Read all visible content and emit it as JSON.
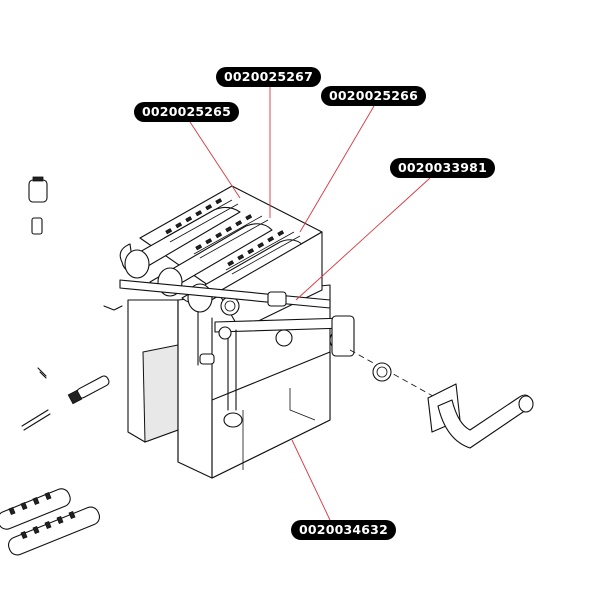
{
  "part_labels": {
    "p1": "0020025267",
    "p2": "0020025266",
    "p3": "0020025265",
    "p4": "0020033981",
    "p5": "0020034632"
  },
  "colors": {
    "label_background": "#000000",
    "label_text": "#ffffff",
    "leader_line": "#d9363e",
    "drawing_line": "#111111"
  }
}
